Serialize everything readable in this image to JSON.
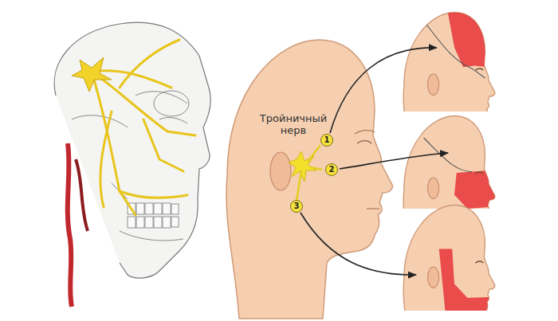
{
  "diagram": {
    "nodes": [
      {
        "text": [
          "1"
        ]
      },
      {
        "text": [
          "2"
        ]
      },
      {
        "text": [
          "3"
        ]
      }
    ],
    "labels": [
      "Тройничный нерв"
    ]
  }
}
